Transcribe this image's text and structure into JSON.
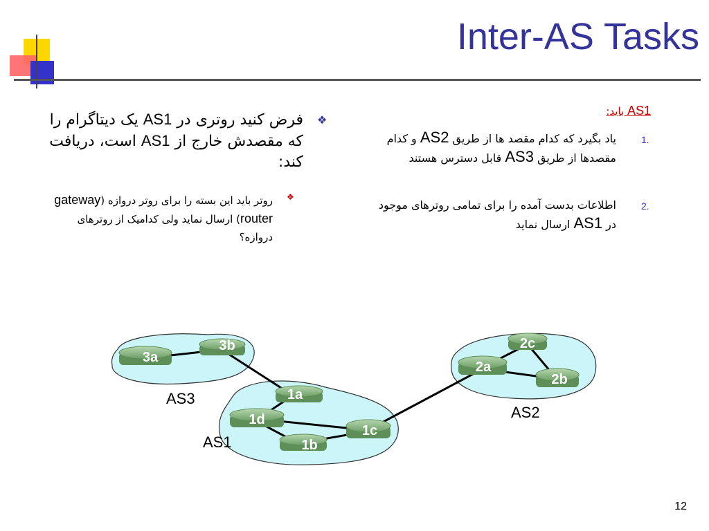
{
  "slide": {
    "title": "Inter-AS Tasks",
    "page_number": "12",
    "colors": {
      "title": "#333399",
      "accent": "#cc0000",
      "cloud": "#ccf5f9",
      "router": "#8fbf8a"
    }
  },
  "left": {
    "bullet_icon": "diamond-bullet-icon",
    "main_parts": [
      "فرض کنید روتری در ",
      "AS1",
      " یک دیتاگرام را که مقصدش خارج از ",
      "AS1",
      " است، دریافت کند:"
    ],
    "sub_parts": [
      "روتر باید این بسته را برای روتر دروازه (",
      "gateway router",
      ") ارسال نماید ولی کدامیک از روترهای دروازه؟"
    ]
  },
  "right": {
    "heading_parts": [
      "AS1",
      " باید:"
    ],
    "items": [
      {
        "number": "1.",
        "parts": [
          "یاد بگیرد که کدام مقصد ها از طریق ",
          "AS2",
          " و کدام مقصدها از طریق ",
          "AS3",
          " قابل دسترس هستند"
        ]
      },
      {
        "number": "2.",
        "parts": [
          "اطلاعات بدست آمده را برای تمامی روترهای موجود در ",
          "AS1",
          " ارسال نماید"
        ]
      }
    ]
  },
  "diagram": {
    "as_labels": {
      "as1": "AS1",
      "as2": "AS2",
      "as3": "AS3"
    },
    "routers": {
      "r3a": "3a",
      "r3b": "3b",
      "r1a": "1a",
      "r1b": "1b",
      "r1c": "1c",
      "r1d": "1d",
      "r2a": "2a",
      "r2b": "2b",
      "r2c": "2c"
    }
  }
}
